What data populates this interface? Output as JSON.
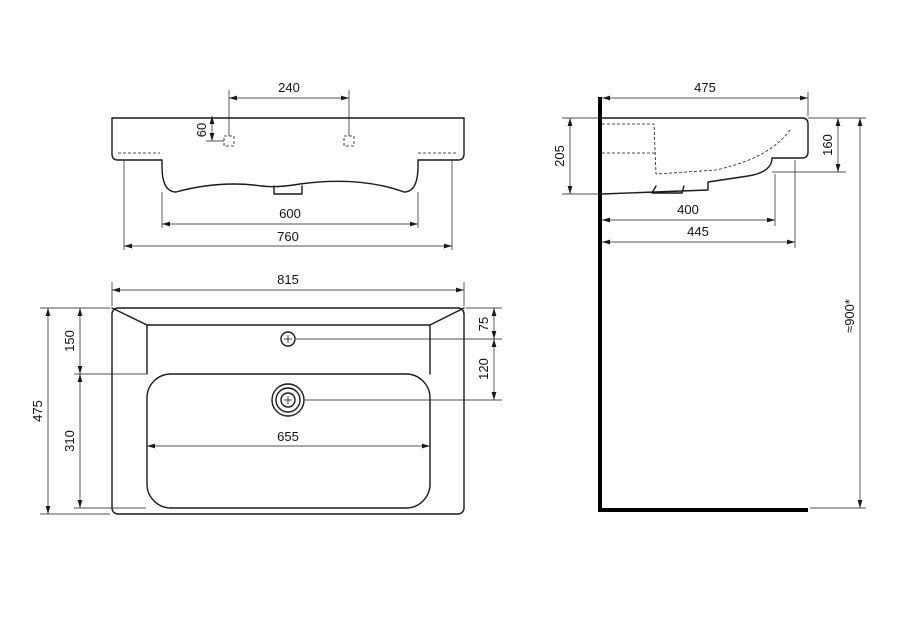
{
  "front_view": {
    "tap_spacing": "240",
    "tap_height": "60",
    "cabinet_width": "600",
    "fixing_width": "760"
  },
  "top_view": {
    "overall_width": "815",
    "overall_depth": "475",
    "rim_front": "150",
    "bowl_depth": "310",
    "tap_offset": "75",
    "tap_to_drain": "120",
    "bowl_width": "655"
  },
  "side_view": {
    "depth": "475",
    "total_height": "205",
    "rim_height": "160",
    "fixing_depth": "400",
    "waste_depth": "445",
    "mount_height": "≈900*"
  }
}
